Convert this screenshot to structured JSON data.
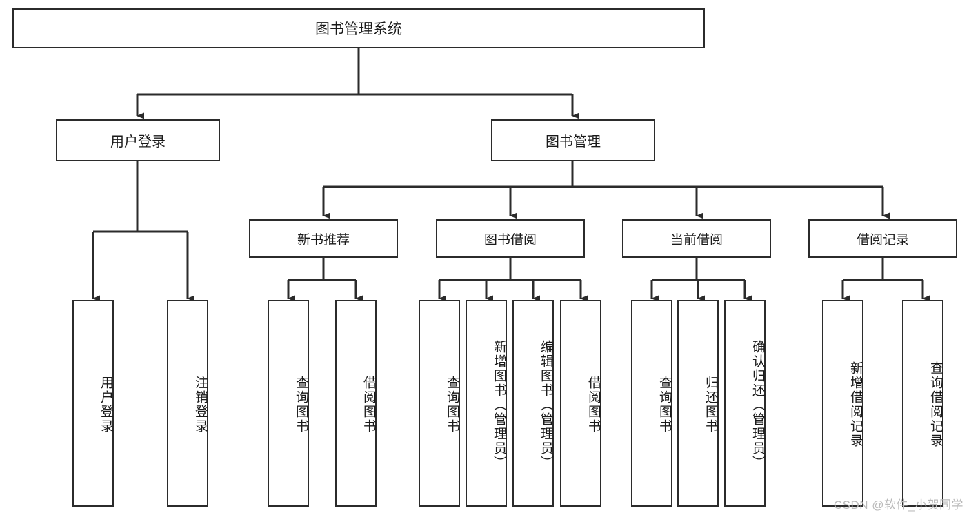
{
  "diagram": {
    "title": "图书管理系统",
    "type": "tree-hierarchy",
    "orientation": "top-down",
    "watermark": "CSDN @软件_小贺同学",
    "colors": {
      "box_border": "#2b2b2b",
      "box_fill": "#ffffff",
      "edge": "#2b2b2b",
      "text": "#1a1a1a",
      "watermark": "#b9b9b9",
      "background": "#ffffff"
    },
    "nodes": {
      "root": {
        "label": "图书管理系统"
      },
      "level1": [
        {
          "label": "用户登录"
        },
        {
          "label": "图书管理"
        }
      ],
      "level2": [
        {
          "label": "新书推荐"
        },
        {
          "label": "图书借阅"
        },
        {
          "label": "当前借阅"
        },
        {
          "label": "借阅记录"
        }
      ],
      "leaves": {
        "user_login": [
          {
            "label": "用户登录"
          },
          {
            "label": "注销登录"
          }
        ],
        "new_book_recommend": [
          {
            "label": "查询图书"
          },
          {
            "label": "借阅图书"
          }
        ],
        "book_borrow": [
          {
            "label": "查询图书"
          },
          {
            "label": "新增图书（管理员）"
          },
          {
            "label": "编辑图书（管理员）"
          },
          {
            "label": "借阅图书"
          }
        ],
        "current_borrow": [
          {
            "label": "查询图书"
          },
          {
            "label": "归还图书"
          },
          {
            "label": "确认归还（管理员）"
          }
        ],
        "borrow_records": [
          {
            "label": "新增借阅记录"
          },
          {
            "label": "查询借阅记录"
          }
        ]
      }
    }
  }
}
